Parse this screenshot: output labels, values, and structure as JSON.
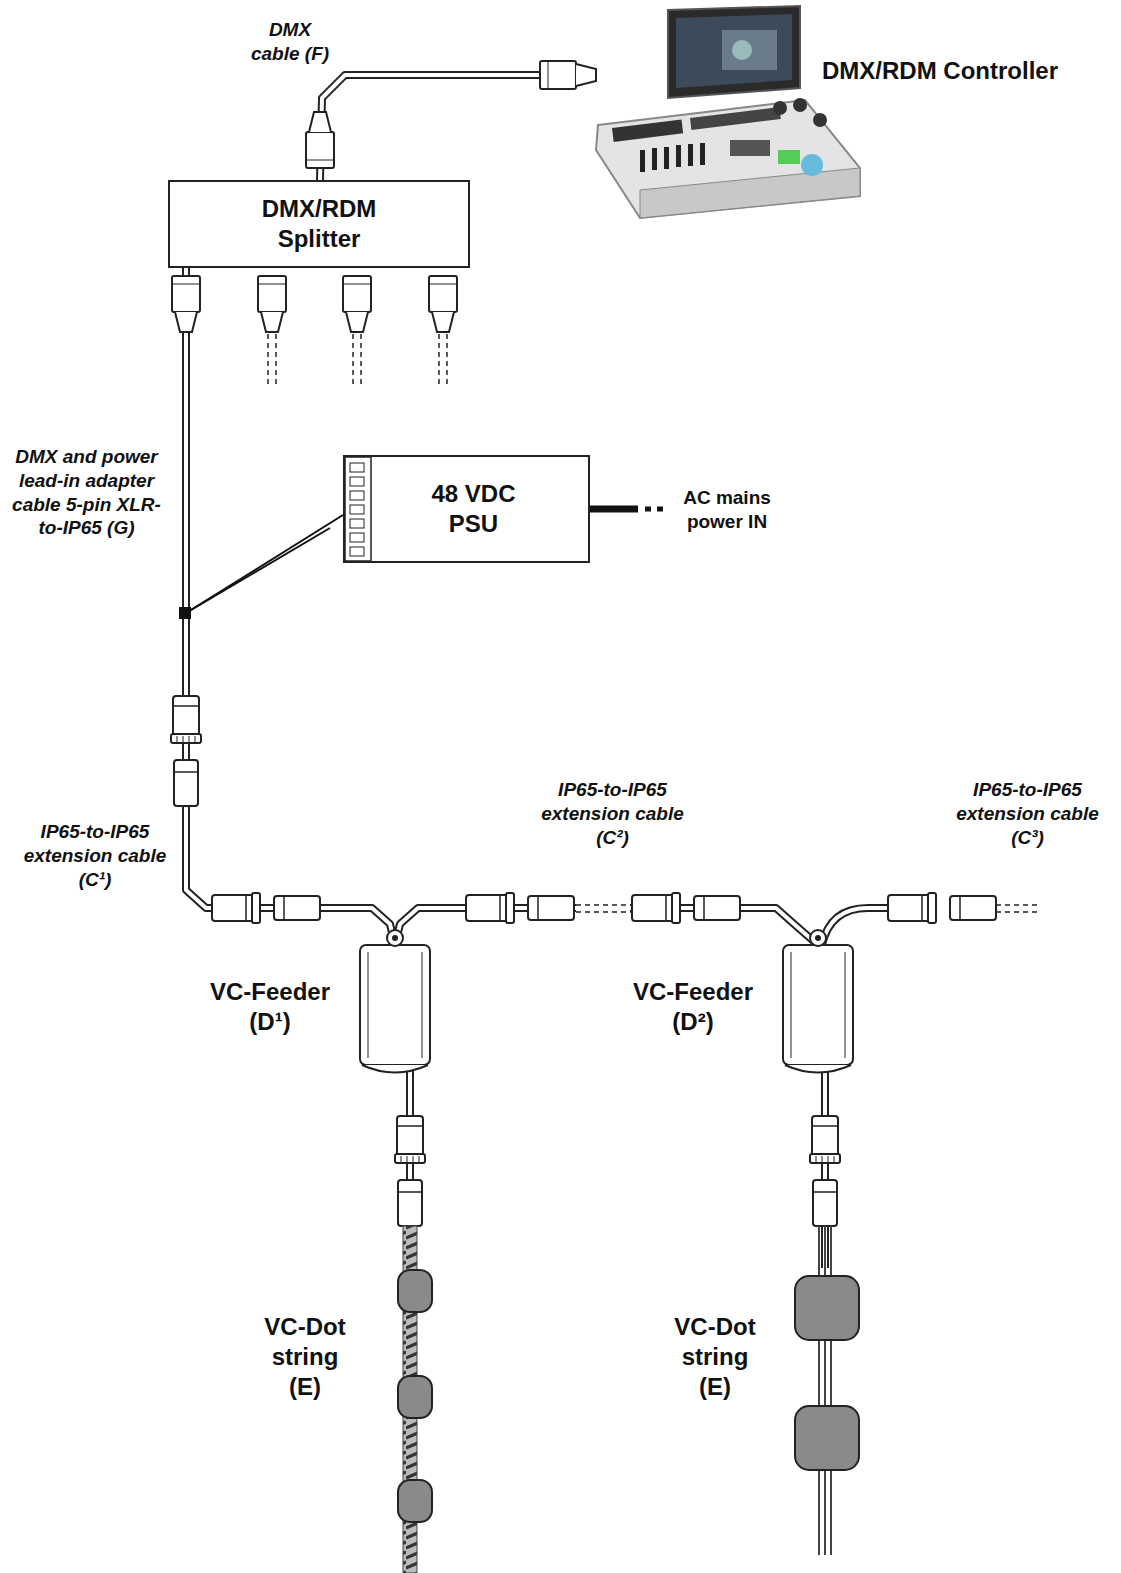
{
  "diagram": {
    "nodes": [
      {
        "text": [
          "DMX/RDM Controller"
        ]
      },
      {
        "text": [
          "DMX/RDM Splitter"
        ]
      },
      {
        "text": [
          "48 VDC PSU"
        ]
      },
      {
        "text": [
          "VC-Feeder (D¹)"
        ]
      },
      {
        "text": [
          "VC-Feeder (D²)"
        ]
      },
      {
        "text": [
          "VC-Dot string (E)"
        ]
      },
      {
        "text": [
          "VC-Dot string (E)"
        ]
      }
    ],
    "edges": [
      {
        "from": 0,
        "to": 1,
        "arrow": "none"
      },
      {
        "from": 1,
        "to": 3,
        "arrow": "none"
      },
      {
        "from": 2,
        "to": 3,
        "arrow": "none"
      },
      {
        "from": 3,
        "to": 4,
        "arrow": "none"
      },
      {
        "from": 3,
        "to": 5,
        "arrow": "none"
      },
      {
        "from": 4,
        "to": 6,
        "arrow": "none"
      }
    ],
    "labels": [
      "DMX cable (F)",
      "DMX and power lead-in adapter cable 5-pin XLR-to-IP65 (G)",
      "AC mains power IN",
      "IP65-to-IP65 extension cable (C¹)",
      "IP65-to-IP65 extension cable (C²)",
      "IP65-to-IP65 extension cable (C³)"
    ]
  }
}
